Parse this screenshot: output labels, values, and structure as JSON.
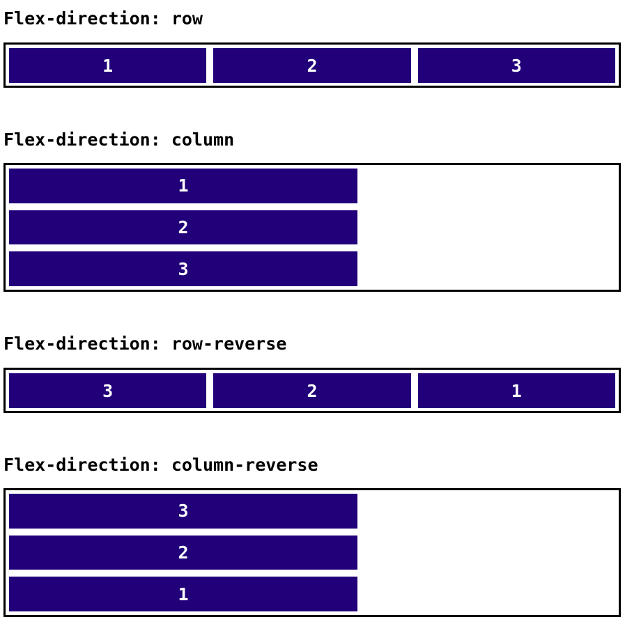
{
  "sections": [
    {
      "heading": "Flex-direction: row",
      "items": [
        "1",
        "2",
        "3"
      ]
    },
    {
      "heading": "Flex-direction: column",
      "items": [
        "1",
        "2",
        "3"
      ]
    },
    {
      "heading": "Flex-direction: row-reverse",
      "items": [
        "3",
        "2",
        "1"
      ]
    },
    {
      "heading": "Flex-direction: column-reverse",
      "items": [
        "3",
        "2",
        "1"
      ]
    }
  ],
  "colors": {
    "item_background": "#21007a",
    "item_text": "#ffffff",
    "border": "#000000"
  }
}
